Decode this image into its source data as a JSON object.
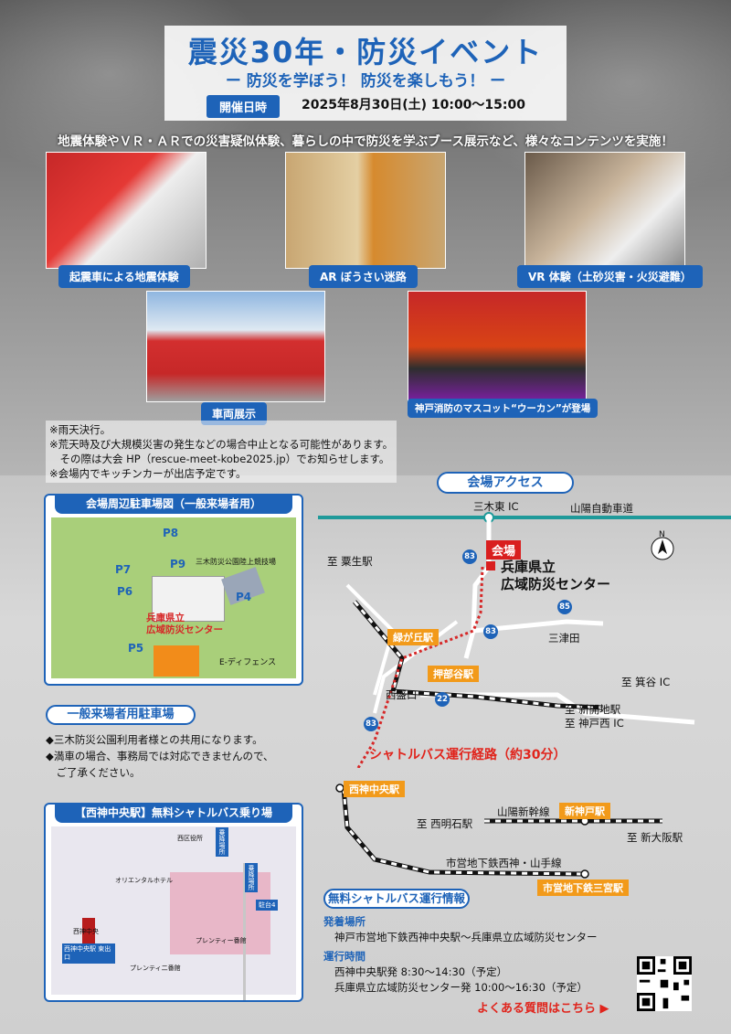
{
  "header": {
    "title": "震災30年・防災イベント",
    "subtitle": "ー 防災を学ぼう！ 防災を楽しもう！ ー",
    "date_badge": "開催日時",
    "date_text": "2025年8月30日(土) 10:00～15:00",
    "intro": "地震体験やＶＲ・ＡＲでの災害疑似体験、暮らしの中で防災を学ぶブース展示など、様々なコンテンツを実施！"
  },
  "photos": [
    {
      "caption": "起震車による地震体験"
    },
    {
      "caption": "AR ぼうさい迷路"
    },
    {
      "caption": "VR 体験（土砂災害・火災避難）"
    },
    {
      "caption": "車両展示"
    },
    {
      "caption": "神戸消防のマスコット“ウーカン”が登場"
    }
  ],
  "notes": [
    "※雨天決行。",
    "※荒天時及び大規模災害の発生などの場合中止となる可能性があります。",
    "　その際は大会 HP（rescue-meet-kobe2025.jp）でお知らせします。",
    "※会場内でキッチンカーが出店予定です。"
  ],
  "access": {
    "title": "会場アクセス",
    "miki_higashi": "三木東 IC",
    "expressway": "山陽自動車道",
    "awao": "至 粟生駅",
    "venue_tag": "会場",
    "venue_line1": "兵庫県立",
    "venue_line2": "広域防災センター",
    "midorigaoka": "緑が丘駅",
    "sanzuda": "三津田",
    "oshibedani": "押部谷駅",
    "nishisakaguchi": "西盛口",
    "minodani": "至 箕谷 IC",
    "shinkaichi": "至 新開地駅",
    "kobe_nishi": "至 神戸西 IC",
    "north": "N",
    "route_numbers": [
      "83",
      "85",
      "83",
      "22",
      "83"
    ]
  },
  "parking": {
    "title": "会場周辺駐車場図（一般来場者用）",
    "lots": [
      "P8",
      "P9",
      "P7",
      "P6",
      "P4",
      "P5"
    ],
    "stadium": "三木防災公園陸上競技場",
    "venue_line1": "兵庫県立",
    "venue_line2": "広域防災センター",
    "edefense": "E‐ディフェンス"
  },
  "general_parking": {
    "title": "一般来場者用駐車場",
    "lines": [
      "◆三木防災公園利用者様との共用になります。",
      "◆満車の場合、事務局では対応できませんので、",
      "　ご了承ください。"
    ]
  },
  "shuttle_route": {
    "title": "シャトルバス運行経路（約30分）",
    "seishin_chuo": "西神中央駅",
    "nishiakashi": "至 西明石駅",
    "sanyo_shinkansen": "山陽新幹線",
    "shin_kobe": "新神戸駅",
    "shin_osaka": "至 新大阪駅",
    "subway_line": "市営地下鉄西神・山手線",
    "sannomiya": "市営地下鉄三宮駅"
  },
  "station_map": {
    "title": "【西神中央駅】無料シャトルバス乗り場",
    "labels": [
      "西区役所",
      "乗降場所",
      "オリエンタルホテル",
      "乗降場所",
      "駐台4",
      "西神中央",
      "西神中央駅 東出口",
      "プレンティー番館",
      "プレンティ二番館"
    ]
  },
  "shuttle_info": {
    "title": "無料シャトルバス運行情報",
    "stops_head": "発着場所",
    "stops": "神戸市営地下鉄西神中央駅～兵庫県立広域防災センター",
    "time_head": "運行時間",
    "time1": "西神中央駅発 8:30～14:30（予定）",
    "time2": "兵庫県立広域防災センター発 10:00～16:30（予定）",
    "faq": "よくある質問はこちら ▶"
  },
  "colors": {
    "brand_blue": "#1e63b8",
    "accent_red": "#e0241c",
    "orange": "#f29a1a"
  }
}
